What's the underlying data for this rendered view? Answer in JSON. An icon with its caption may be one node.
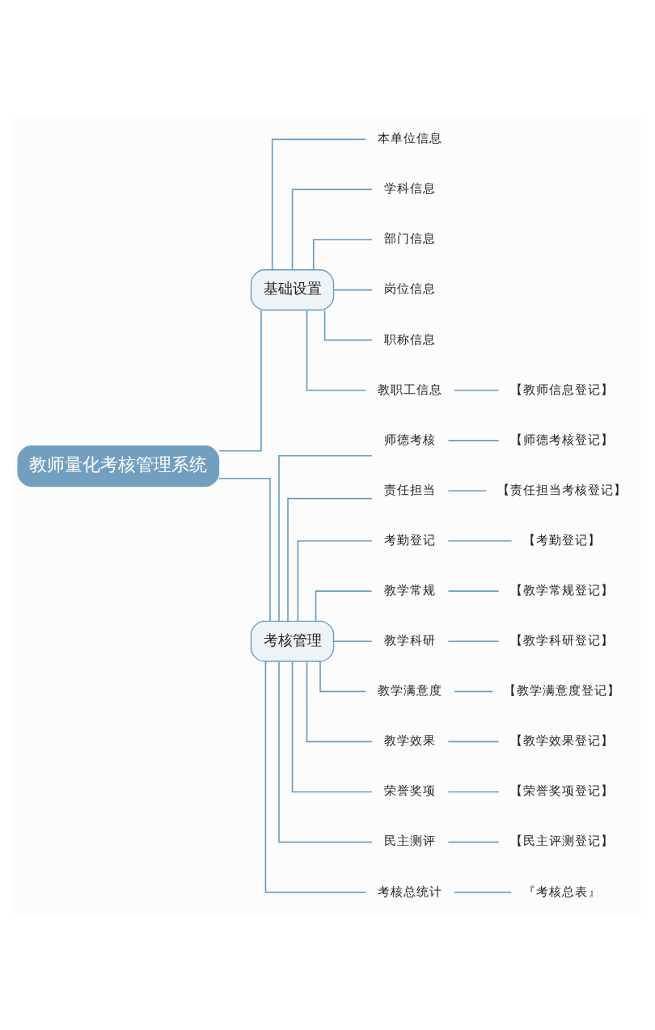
{
  "diagram": {
    "nodes": [
      {
        "text": [
          "教师量化考核管理系统"
        ]
      },
      {
        "text": [
          "基础设置"
        ]
      },
      {
        "text": [
          "本单位信息"
        ]
      },
      {
        "text": [
          "学科信息"
        ]
      },
      {
        "text": [
          "部门信息"
        ]
      },
      {
        "text": [
          "岗位信息"
        ]
      },
      {
        "text": [
          "职称信息"
        ]
      },
      {
        "text": [
          "教职工信息"
        ]
      },
      {
        "text": [
          "【教师信息登记】"
        ]
      },
      {
        "text": [
          "考核管理"
        ]
      },
      {
        "text": [
          "师德考核"
        ]
      },
      {
        "text": [
          "【师德考核登记】"
        ]
      },
      {
        "text": [
          "责任担当"
        ]
      },
      {
        "text": [
          "【责任担当考核登记】"
        ]
      },
      {
        "text": [
          "考勤登记"
        ]
      },
      {
        "text": [
          "【考勤登记】"
        ]
      },
      {
        "text": [
          "教学常规"
        ]
      },
      {
        "text": [
          "【教学常规登记】"
        ]
      },
      {
        "text": [
          "教学科研"
        ]
      },
      {
        "text": [
          "【教学科研登记】"
        ]
      },
      {
        "text": [
          "教学满意度"
        ]
      },
      {
        "text": [
          "【教学满意度登记】"
        ]
      },
      {
        "text": [
          "教学效果"
        ]
      },
      {
        "text": [
          "【教学效果登记】"
        ]
      },
      {
        "text": [
          "荣誉奖项"
        ]
      },
      {
        "text": [
          "【荣誉奖项登记】"
        ]
      },
      {
        "text": [
          "民主测评"
        ]
      },
      {
        "text": [
          "【民主评测登记】"
        ]
      },
      {
        "text": [
          "考核总统计"
        ]
      },
      {
        "text": [
          "『考核总表』"
        ]
      }
    ],
    "edges": [
      {
        "from": 0,
        "to": 1,
        "arrow": "none"
      },
      {
        "from": 0,
        "to": 9,
        "arrow": "none"
      },
      {
        "from": 1,
        "to": 2,
        "arrow": "none"
      },
      {
        "from": 1,
        "to": 3,
        "arrow": "none"
      },
      {
        "from": 1,
        "to": 4,
        "arrow": "none"
      },
      {
        "from": 1,
        "to": 5,
        "arrow": "none"
      },
      {
        "from": 1,
        "to": 6,
        "arrow": "none"
      },
      {
        "from": 1,
        "to": 7,
        "arrow": "none"
      },
      {
        "from": 7,
        "to": 8,
        "arrow": "none"
      },
      {
        "from": 9,
        "to": 10,
        "arrow": "none"
      },
      {
        "from": 10,
        "to": 11,
        "arrow": "none"
      },
      {
        "from": 9,
        "to": 12,
        "arrow": "none"
      },
      {
        "from": 12,
        "to": 13,
        "arrow": "none"
      },
      {
        "from": 9,
        "to": 14,
        "arrow": "none"
      },
      {
        "from": 14,
        "to": 15,
        "arrow": "none"
      },
      {
        "from": 9,
        "to": 16,
        "arrow": "none"
      },
      {
        "from": 16,
        "to": 17,
        "arrow": "none"
      },
      {
        "from": 9,
        "to": 18,
        "arrow": "none"
      },
      {
        "from": 18,
        "to": 19,
        "arrow": "none"
      },
      {
        "from": 9,
        "to": 20,
        "arrow": "none"
      },
      {
        "from": 20,
        "to": 21,
        "arrow": "none"
      },
      {
        "from": 9,
        "to": 22,
        "arrow": "none"
      },
      {
        "from": 22,
        "to": 23,
        "arrow": "none"
      },
      {
        "from": 9,
        "to": 24,
        "arrow": "none"
      },
      {
        "from": 24,
        "to": 25,
        "arrow": "none"
      },
      {
        "from": 9,
        "to": 26,
        "arrow": "none"
      },
      {
        "from": 26,
        "to": 27,
        "arrow": "none"
      },
      {
        "from": 9,
        "to": 28,
        "arrow": "none"
      },
      {
        "from": 28,
        "to": 29,
        "arrow": "none"
      }
    ]
  }
}
